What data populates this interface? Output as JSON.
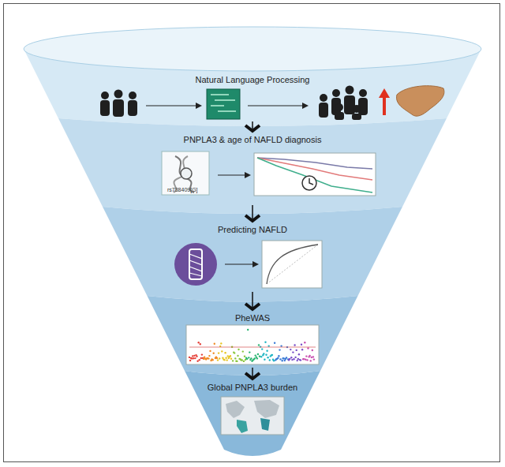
{
  "diagram": {
    "nodes": [
      {
        "text": [
          "Natural Language Processing"
        ]
      },
      {
        "text": [
          "PNPLA3 & age of NAFLD diagnosis"
        ]
      },
      {
        "text": [
          "Predicting NAFLD"
        ]
      },
      {
        "text": [
          "PheWAS"
        ]
      },
      {
        "text": [
          "Global PNPLA3 burden"
        ]
      }
    ],
    "edges": [
      {
        "from": 0,
        "to": 1,
        "arrow": "to"
      },
      {
        "from": 1,
        "to": 2,
        "arrow": "to"
      },
      {
        "from": 2,
        "to": 3,
        "arrow": "to"
      },
      {
        "from": 3,
        "to": 4,
        "arrow": "to"
      }
    ],
    "labels": [
      "rs738409[G]"
    ]
  }
}
